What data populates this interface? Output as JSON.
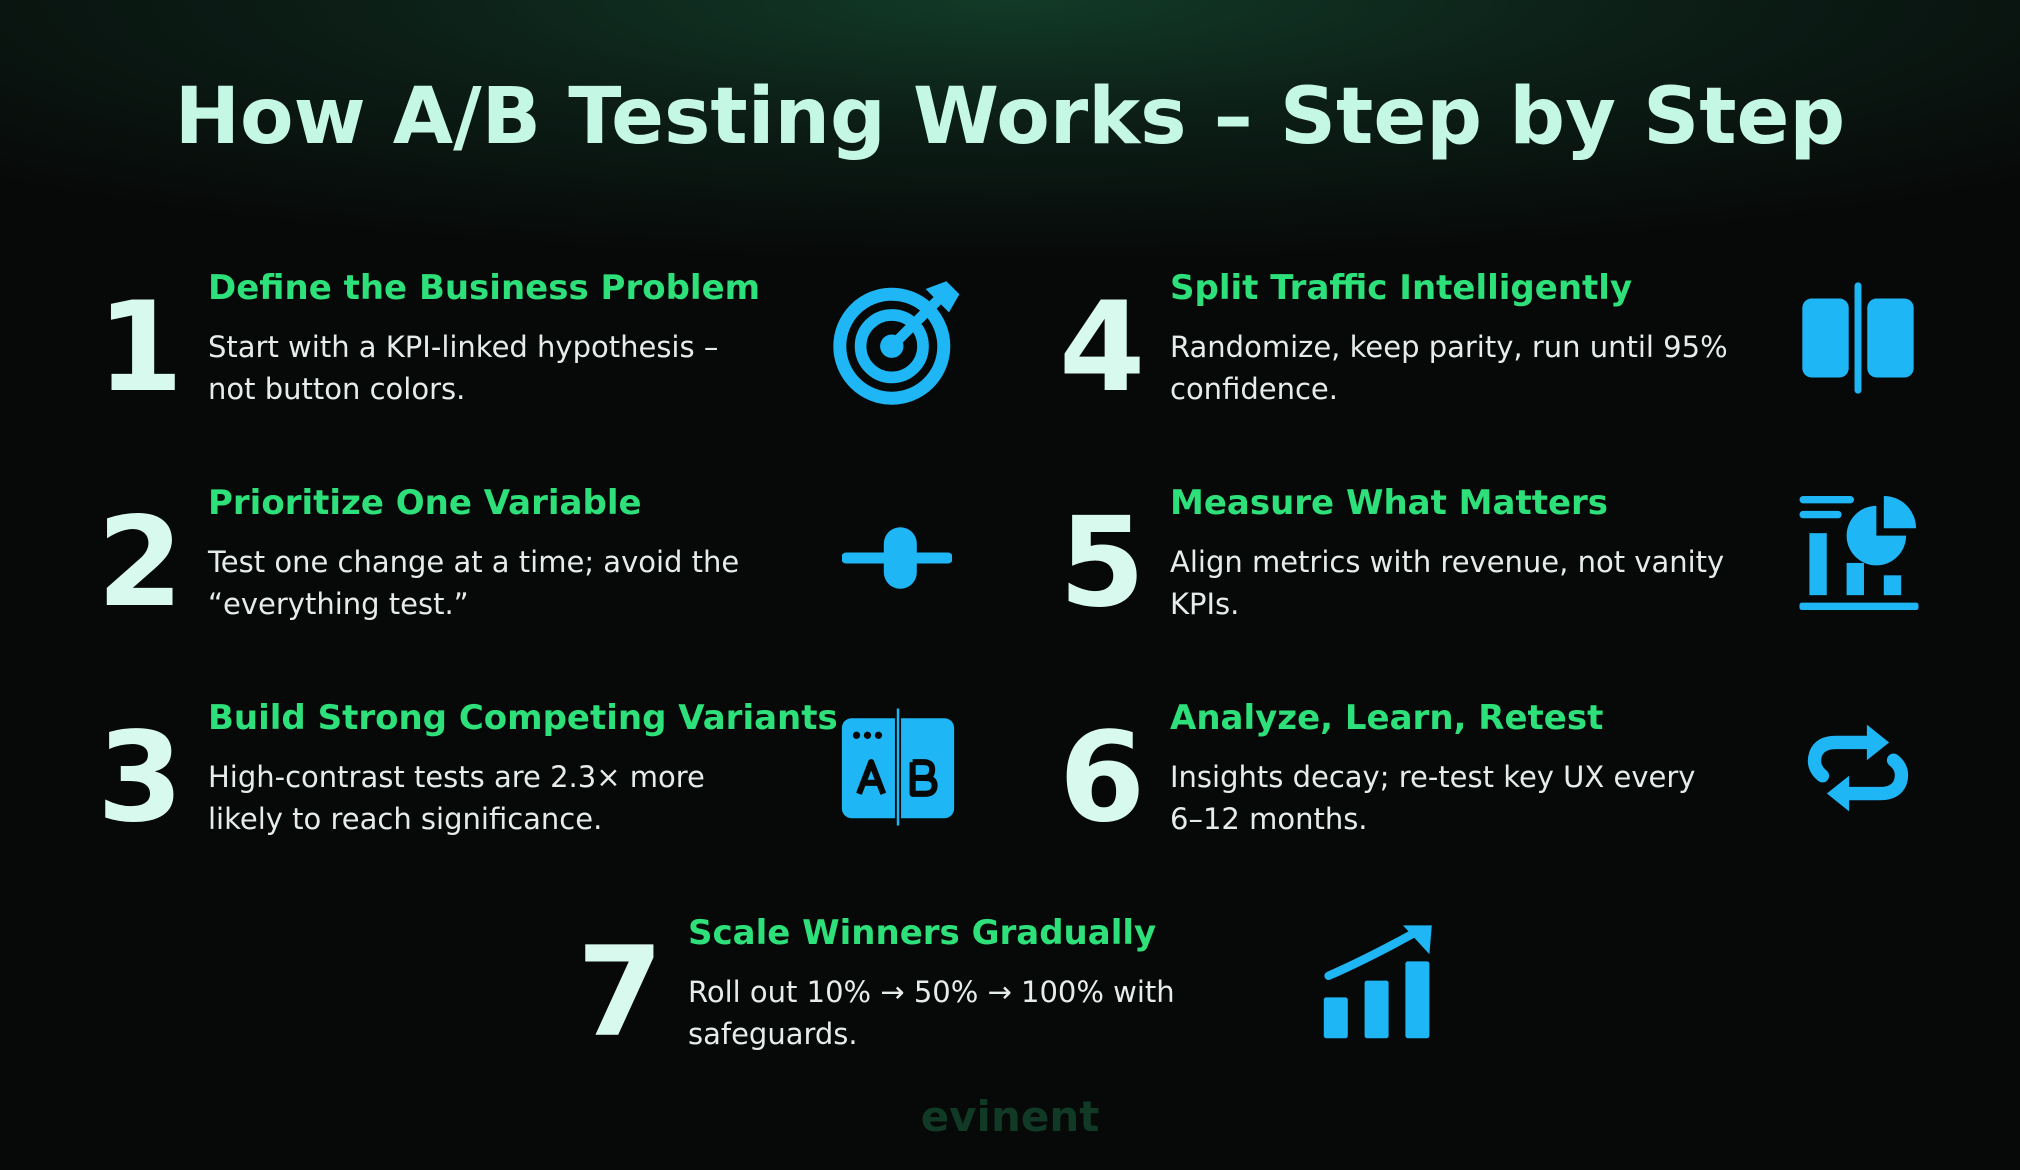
{
  "header": {
    "title": "How A/B Testing Works – Step by Step"
  },
  "steps": [
    {
      "number": "1",
      "title": "Define the Business Problem",
      "desc": "Start with a KPI-linked hypothesis – not button colors.",
      "icon": "target-icon"
    },
    {
      "number": "2",
      "title": "Prioritize One Variable",
      "desc": "Test one change at a time; avoid the “everything test.”",
      "icon": "slider-icon"
    },
    {
      "number": "3",
      "title": "Build Strong Competing Variants",
      "desc": "High-contrast tests are 2.3× more likely to reach significance.",
      "icon": "ab-split-icon"
    },
    {
      "number": "4",
      "title": "Split Traffic Intelligently",
      "desc": "Randomize, keep parity, run until 95% confidence.",
      "icon": "split-panel-icon"
    },
    {
      "number": "5",
      "title": "Measure What Matters",
      "desc": "Align metrics with revenue, not vanity KPIs.",
      "icon": "analytics-dashboard-icon"
    },
    {
      "number": "6",
      "title": "Analyze, Learn, Retest",
      "desc": "Insights decay; re-test key UX every 6–12 months.",
      "icon": "repeat-arrows-icon"
    },
    {
      "number": "7",
      "title": "Scale Winners Gradually",
      "desc": "Roll out 10% → 50% → 100% with safeguards.",
      "icon": "growth-chart-icon"
    }
  ],
  "footer": {
    "brand": "evinent"
  },
  "colors": {
    "accent_green": "#2ee07a",
    "icon_blue": "#1fb6f5",
    "number": "#d8f9ee",
    "title": "#c4f7e4"
  }
}
